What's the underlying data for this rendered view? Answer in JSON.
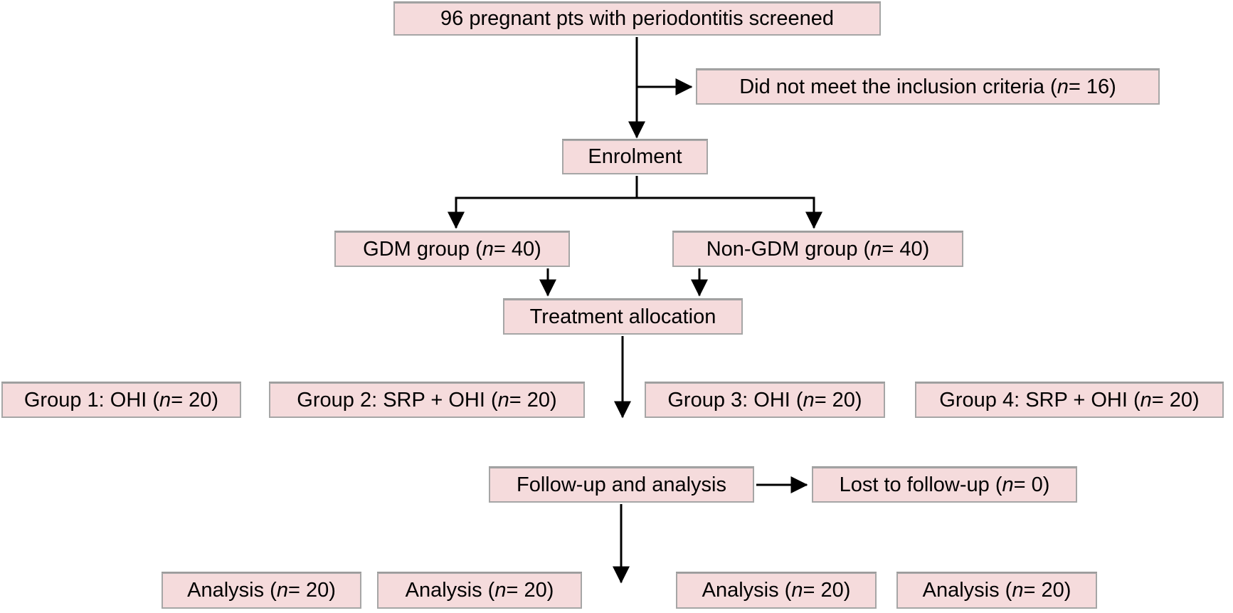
{
  "diagram": {
    "title": "Patient flow diagram",
    "colors": {
      "box_fill": "#f5dbdc",
      "box_border": "#a6a6a6",
      "line": "#000000",
      "text": "#000000",
      "background": "#ffffff"
    },
    "nodes": {
      "screened": {
        "pre": "96 pregnant pts with periodontitis screened",
        "it": "",
        "post": ""
      },
      "excluded": {
        "pre": "Did not meet the inclusion criteria (",
        "it": "n",
        "post": " = 16)"
      },
      "enrolment": {
        "pre": "Enrolment",
        "it": "",
        "post": ""
      },
      "gdm": {
        "pre": "GDM group (",
        "it": "n",
        "post": " = 40)"
      },
      "nongdm": {
        "pre": "Non-GDM group (",
        "it": "n",
        "post": " = 40)"
      },
      "allocation": {
        "pre": "Treatment allocation",
        "it": "",
        "post": ""
      },
      "group1": {
        "pre": "Group 1: OHI (",
        "it": "n",
        "post": " = 20)"
      },
      "group2": {
        "pre": "Group 2: SRP + OHI (",
        "it": "n",
        "post": " = 20)"
      },
      "group3": {
        "pre": "Group 3: OHI (",
        "it": "n",
        "post": " = 20)"
      },
      "group4": {
        "pre": "Group 4: SRP + OHI (",
        "it": "n",
        "post": " = 20)"
      },
      "followup": {
        "pre": "Follow-up and analysis",
        "it": "",
        "post": ""
      },
      "lost": {
        "pre": "Lost to follow-up (",
        "it": "n",
        "post": " = 0)"
      },
      "analysis1": {
        "pre": "Analysis (",
        "it": "n",
        "post": " = 20)"
      },
      "analysis2": {
        "pre": "Analysis (",
        "it": "n",
        "post": " = 20)"
      },
      "analysis3": {
        "pre": "Analysis (",
        "it": "n",
        "post": " = 20)"
      },
      "analysis4": {
        "pre": "Analysis (",
        "it": "n",
        "post": " = 20)"
      }
    }
  }
}
